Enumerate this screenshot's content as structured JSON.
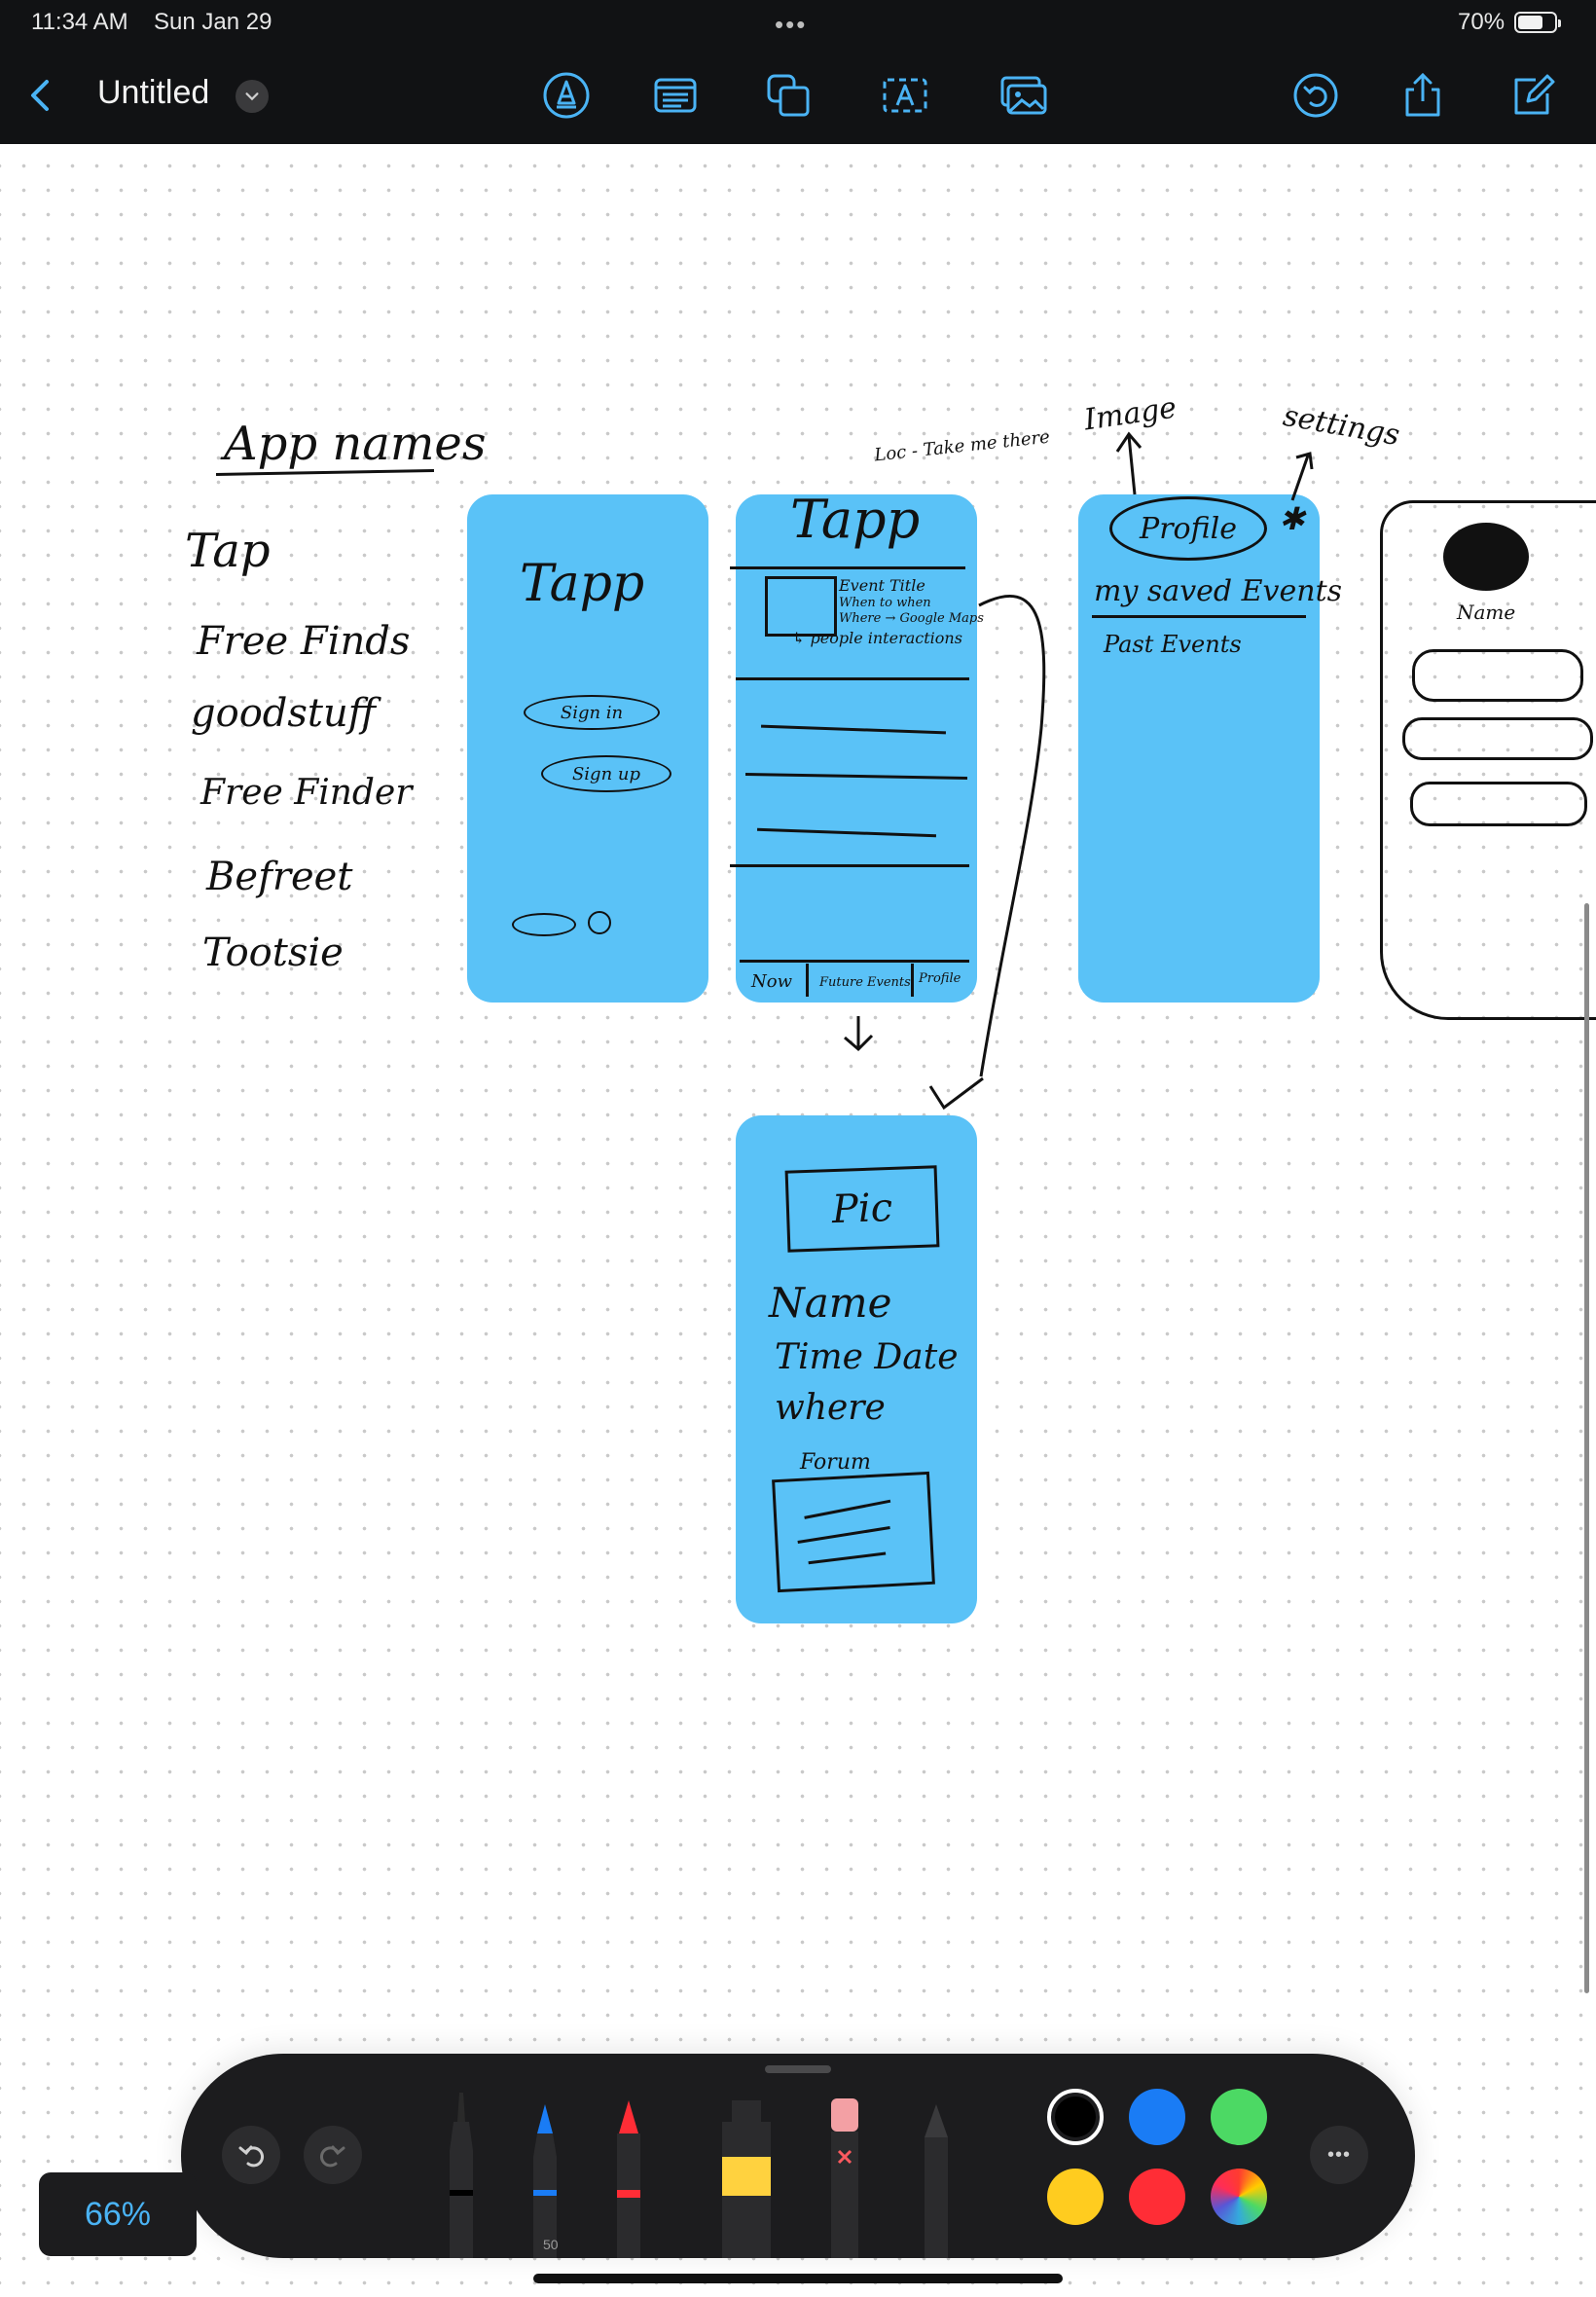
{
  "status": {
    "time": "11:34 AM",
    "date": "Sun Jan 29",
    "more": "•••",
    "battery_pct": "70%",
    "battery_level": 0.7
  },
  "toolbar": {
    "title": "Untitled",
    "accent": "#4ab3f4"
  },
  "sketch": {
    "app_names_title": "App names",
    "app_names": [
      "Tap",
      "Free Finds",
      "goodstuff",
      "Free Finder",
      "Befreet",
      "Tootsie"
    ],
    "screen1": {
      "title": "Tapp",
      "sign_in": "Sign in",
      "sign_up": "Sign up"
    },
    "screen2": {
      "title": "Tapp",
      "top_note": "Loc - Take me there",
      "event_title": "Event Title",
      "event_when": "When to when",
      "event_where": "Where → Google Maps",
      "event_people": "↳ people interactions",
      "tabs": [
        "Now",
        "Future Events",
        "Profile"
      ]
    },
    "screen3": {
      "image_note": "Image",
      "settings_note": "settings",
      "profile": "Profile",
      "saved": "my saved Events",
      "past": "Past Events"
    },
    "screen4": {
      "name": "Name"
    },
    "detail": {
      "pic": "Pic",
      "name": "Name",
      "time_date": "Time Date",
      "where": "where",
      "forum": "Forum"
    },
    "fill_color": "#5ac2f7"
  },
  "tray": {
    "pen_size": "50",
    "colors": [
      "#000000",
      "#1a7cf5",
      "#4cd964",
      "#ffcc1f",
      "#ff2d36",
      "#spectrum"
    ],
    "zoom": "66%"
  }
}
